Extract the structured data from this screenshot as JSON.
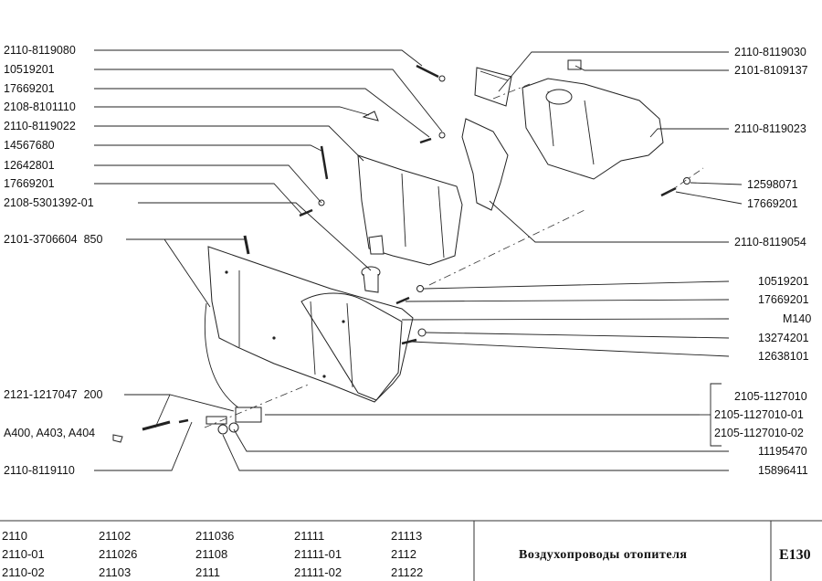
{
  "left_labels": [
    "2110-8119080",
    "10519201",
    "17669201",
    "2108-8101110",
    "2110-8119022",
    "14567680",
    "12642801",
    "17669201",
    "2108-5301392-01",
    "2101-3706604  850",
    "2121-1217047  200",
    "A400, A403, A404",
    "2110-8119110"
  ],
  "right_labels": [
    "2110-8119030",
    "2101-8109137",
    "2110-8119023",
    "12598071",
    "17669201",
    "2110-8119054",
    "10519201",
    "17669201",
    "M140",
    "13274201",
    "12638101",
    "11195470",
    "15896411"
  ],
  "bracket_labels": [
    "2105-1127010",
    "2105-1127010-01",
    "2105-1127010-02"
  ],
  "title_block": {
    "models": [
      [
        "2110",
        "21102",
        "211036",
        "21111",
        "21113"
      ],
      [
        "2110-01",
        "211026",
        "21108",
        "21111-01",
        "2112"
      ],
      [
        "2110-02",
        "21103",
        "2111",
        "21111-02",
        "21122"
      ]
    ],
    "title": "Воздухопроводы отопителя",
    "code": "E130"
  }
}
